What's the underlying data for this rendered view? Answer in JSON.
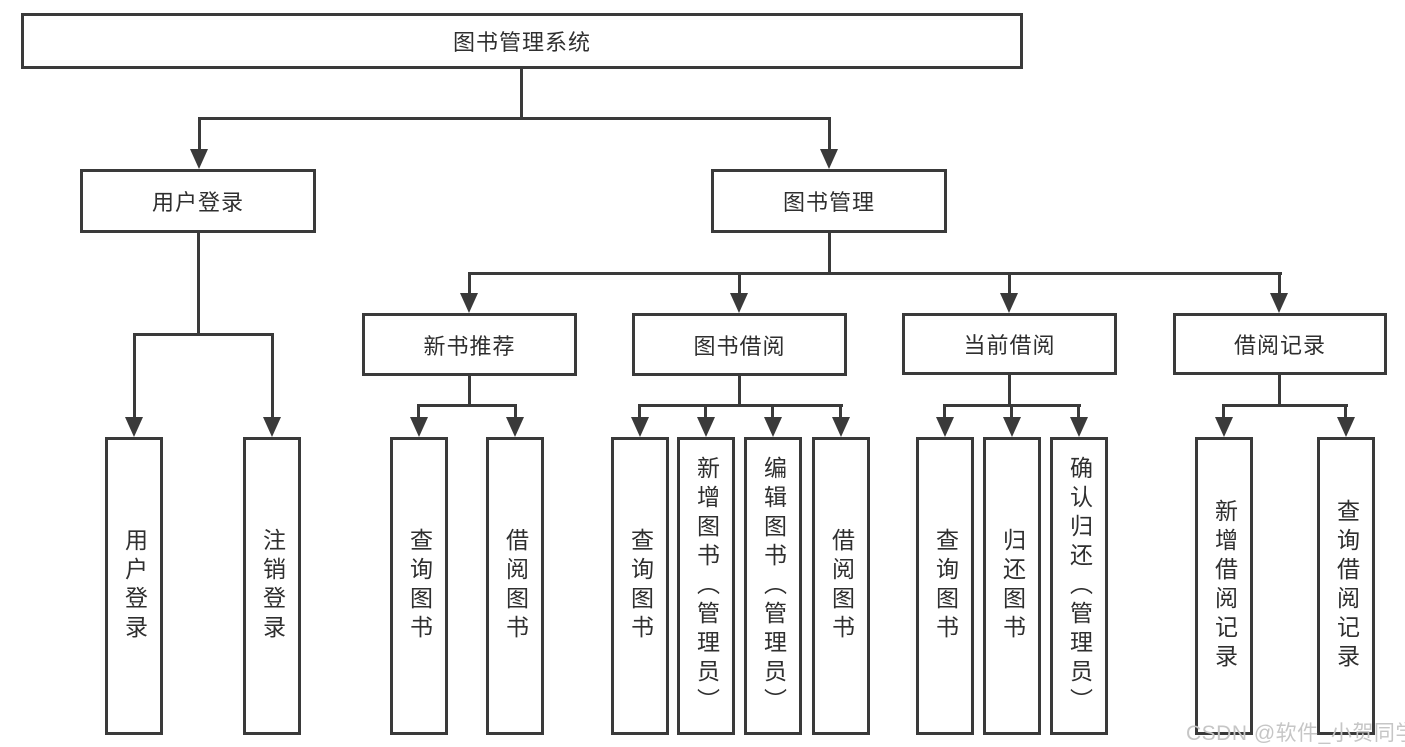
{
  "tree": {
    "root": {
      "label": "图书管理系统",
      "children": [
        {
          "label": "用户登录",
          "children": [
            {
              "label": "用户登录"
            },
            {
              "label": "注销登录"
            }
          ]
        },
        {
          "label": "图书管理",
          "children": [
            {
              "label": "新书推荐",
              "children": [
                {
                  "label": "查询图书"
                },
                {
                  "label": "借阅图书"
                }
              ]
            },
            {
              "label": "图书借阅",
              "children": [
                {
                  "label": "查询图书"
                },
                {
                  "label": "新增图书（管理员）"
                },
                {
                  "label": "编辑图书（管理员）"
                },
                {
                  "label": "借阅图书"
                }
              ]
            },
            {
              "label": "当前借阅",
              "children": [
                {
                  "label": "查询图书"
                },
                {
                  "label": "归还图书"
                },
                {
                  "label": "确认归还（管理员）"
                }
              ]
            },
            {
              "label": "借阅记录",
              "children": [
                {
                  "label": "新增借阅记录"
                },
                {
                  "label": "查询借阅记录"
                }
              ]
            }
          ]
        }
      ]
    }
  },
  "watermark": {
    "text": "CSDN @软件_小贺同学"
  },
  "colors": {
    "line": "#3a3a3a",
    "watermark": "#c6c6c6",
    "background": "#ffffff"
  }
}
